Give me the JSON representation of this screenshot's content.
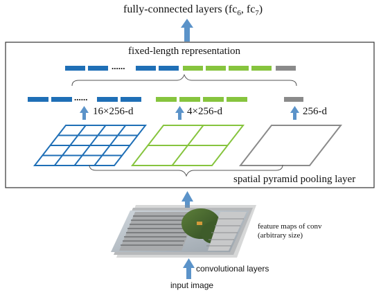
{
  "title": {
    "main": "fully-connected layers (fc",
    "sub1": "6",
    "sep": ", fc",
    "sub2": "7",
    "close": ")"
  },
  "box_label": "fixed-length representation",
  "levels": [
    {
      "label": "16×256-d",
      "grid": 4,
      "color": "#1f6fb6"
    },
    {
      "label": "4×256-d",
      "grid": 2,
      "color": "#86c43e"
    },
    {
      "label": "256-d",
      "grid": 1,
      "color": "#8a8a8a"
    }
  ],
  "ellipsis": "......",
  "spp_label": "spatial pyramid pooling layer",
  "feature_maps_label_line1": "feature maps of conv",
  "feature_maps_label_line2": "(arbitrary size)",
  "conv_label": "convolutional layers",
  "input_label": "input image",
  "colors": {
    "blue": "#1f6fb6",
    "green": "#86c43e",
    "gray": "#8a8a8a",
    "arrow": "#5b93c9",
    "frame": "#333333"
  }
}
